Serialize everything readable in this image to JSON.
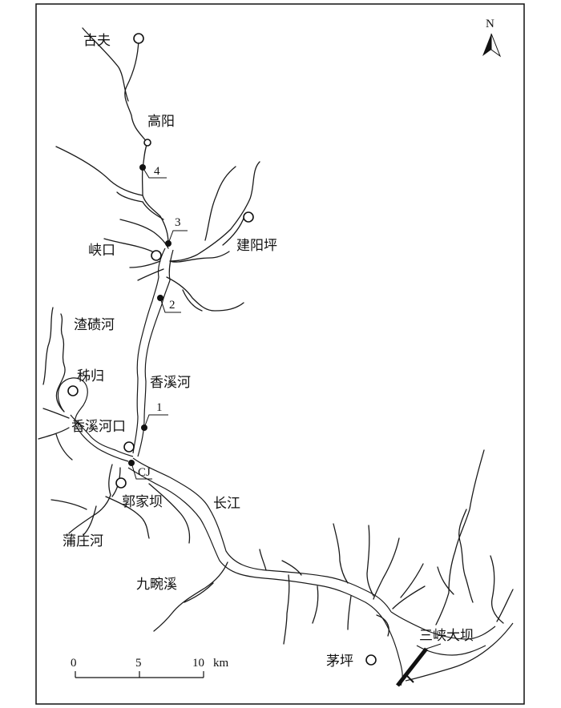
{
  "north_arrow": {
    "label": "N"
  },
  "towns": {
    "gufu": "古夫",
    "gaoyang": "高阳",
    "jianyangping": "建阳坪",
    "xiakou": "峡口",
    "zigui": "秭归",
    "guojiaba": "郭家坝",
    "maoping": "茅坪"
  },
  "rivers": {
    "zhaqihe": "渣碛河",
    "xiangxihe": "香溪河",
    "xiangxi_mouth": "香溪河口",
    "changjiang": "长江",
    "puzhuanghe": "蒲庄河",
    "jiuwanxi": "九畹溪"
  },
  "features": {
    "dam": "三峡大坝"
  },
  "sites": [
    "4",
    "3",
    "2",
    "1",
    "CJ"
  ],
  "scale_bar": {
    "ticks": [
      "0",
      "5",
      "10"
    ],
    "unit": "km"
  },
  "colors": {
    "ink": "#111111",
    "background": "#ffffff"
  }
}
